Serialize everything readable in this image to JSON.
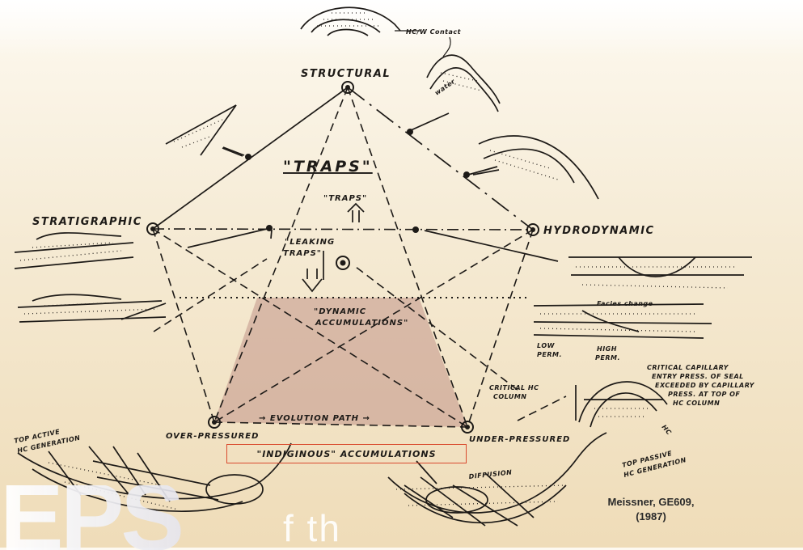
{
  "labels": {
    "hc_contact": "HC/W Contact",
    "water": "water",
    "structural": "STRUCTURAL",
    "traps_title": "\"TRAPS\"",
    "traps_small": "\"TRAPS\"",
    "leaking_traps_1": "\"LEAKING",
    "leaking_traps_2": "TRAPS\"",
    "stratigraphic": "STRATIGRAPHIC",
    "hydrodynamic": "HYDRODYNAMIC",
    "dynamic_1": "\"DYNAMIC",
    "dynamic_2": "ACCUMULATIONS\"",
    "facies_change": "Facies change",
    "low_perm_1": "LOW",
    "low_perm_2": "PERM.",
    "high_perm_1": "HIGH",
    "high_perm_2": "PERM.",
    "critical_cap_1": "CRITICAL CAPILLARY",
    "critical_cap_2": "ENTRY PRESS. OF SEAL",
    "critical_cap_3": "EXCEEDED BY CAPILLARY",
    "critical_cap_4": "PRESS. AT TOP OF",
    "critical_cap_5": "HC COLUMN",
    "critical_hc_1": "CRITICAL HC",
    "critical_hc_2": "COLUMN",
    "hc": "HC",
    "evolution_path": "→ EVOLUTION PATH →",
    "over_pressured": "OVER-PRESSURED",
    "under_pressured": "UNDER-PRESSURED",
    "indiginous": "\"INDIGINOUS\" ACCUMULATIONS",
    "top_active_1": "TOP ACTIVE",
    "top_active_2": "HC GENERATION",
    "top_passive_1": "TOP PASSIVE",
    "top_passive_2": "HC GENERATION",
    "diffusion": "DIFFUSION"
  },
  "credit": {
    "line1": "Meissner, GE609,",
    "line2": "(1987)"
  },
  "banner": {
    "big": "EPS",
    "small": "f th"
  },
  "colors": {
    "shaded_region": "#c79c8f",
    "indiginous_box_border": "#d94a2e",
    "ink": "#1d1a17"
  }
}
